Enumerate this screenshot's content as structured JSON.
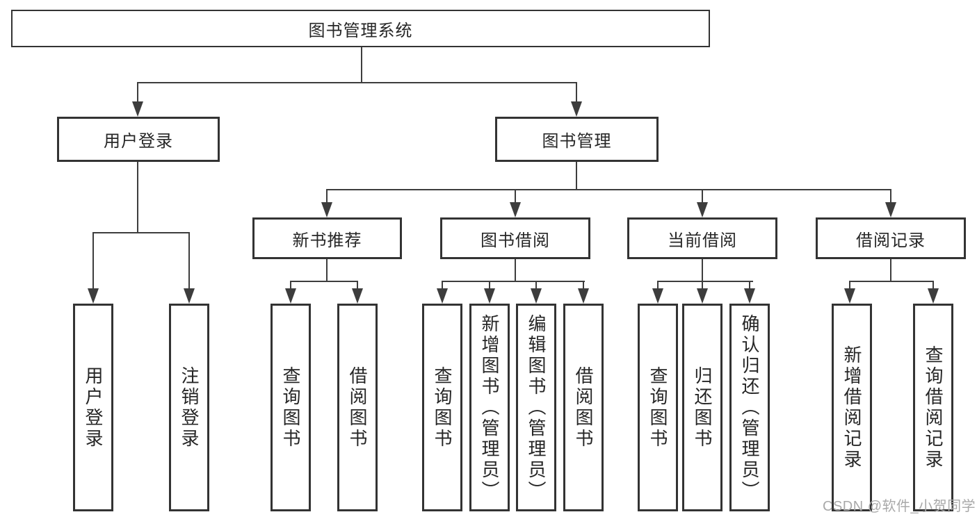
{
  "diagram": {
    "nodes": {
      "root": {
        "label": "图书管理系统"
      },
      "level2": [
        {
          "id": "user-login",
          "label": "用户登录",
          "parent": "root"
        },
        {
          "id": "book-management",
          "label": "图书管理",
          "parent": "root"
        }
      ],
      "level3": [
        {
          "id": "new-book-recommendation",
          "label": "新书推荐",
          "parent": "book-management"
        },
        {
          "id": "book-borrowing",
          "label": "图书借阅",
          "parent": "book-management"
        },
        {
          "id": "current-borrowing",
          "label": "当前借阅",
          "parent": "book-management"
        },
        {
          "id": "borrowing-records",
          "label": "借阅记录",
          "parent": "book-management"
        }
      ],
      "leaves": [
        {
          "label": "用户登录",
          "parent": "user-login"
        },
        {
          "label": "注销登录",
          "parent": "user-login"
        },
        {
          "label": "查询图书",
          "parent": "new-book-recommendation"
        },
        {
          "label": "借阅图书",
          "parent": "new-book-recommendation"
        },
        {
          "label": "查询图书",
          "parent": "book-borrowing"
        },
        {
          "label": "新增图书（管理员）",
          "parent": "book-borrowing"
        },
        {
          "label": "编辑图书（管理员）",
          "parent": "book-borrowing"
        },
        {
          "label": "借阅图书",
          "parent": "book-borrowing"
        },
        {
          "label": "查询图书",
          "parent": "current-borrowing"
        },
        {
          "label": "归还图书",
          "parent": "current-borrowing"
        },
        {
          "label": "确认归还（管理员）",
          "parent": "current-borrowing"
        },
        {
          "label": "新增借阅记录",
          "parent": "borrowing-records"
        },
        {
          "label": "查询借阅记录",
          "parent": "borrowing-records"
        }
      ]
    },
    "watermark": "CSDN @软件_小贺同学",
    "colors": {
      "line": "#3d3d3d",
      "box_border": "#333333",
      "text": "#262626",
      "background": "#ffffff",
      "watermark": "#a9a9a9"
    }
  }
}
